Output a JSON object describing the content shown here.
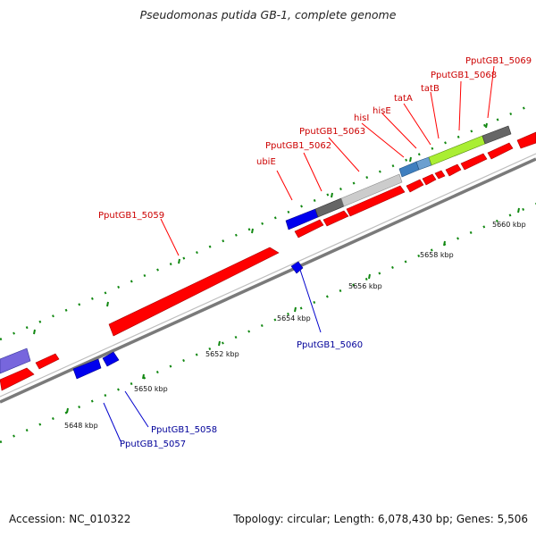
{
  "title": "Pseudomonas putida GB-1, complete genome",
  "footer": {
    "accession": "Accession: NC_010322",
    "summary": "Topology: circular; Length: 6,078,430 bp; Genes: 5,506"
  },
  "colors": {
    "forward_gene": "#ff0000",
    "reverse_gene": "#0000ee",
    "forward_label": "#cc0000",
    "reverse_label": "#000099",
    "tick_dot": "#118811",
    "backbone": "#7a7a7a"
  },
  "ticks": [
    "5648 kbp",
    "5650 kbp",
    "5652 kbp",
    "5654 kbp",
    "5656 kbp",
    "5658 kbp",
    "5660 kbp"
  ],
  "gene_labels_top": [
    "ubiE",
    "PputGB1_5062",
    "PputGB1_5063",
    "hisI",
    "hisE",
    "tatA",
    "tatB",
    "PputGB1_5068",
    "PputGB1_5069",
    "PputGB1_5059"
  ],
  "gene_labels_bottom": [
    "PputGB1_5060",
    "PputGB1_5058",
    "PputGB1_5057"
  ]
}
